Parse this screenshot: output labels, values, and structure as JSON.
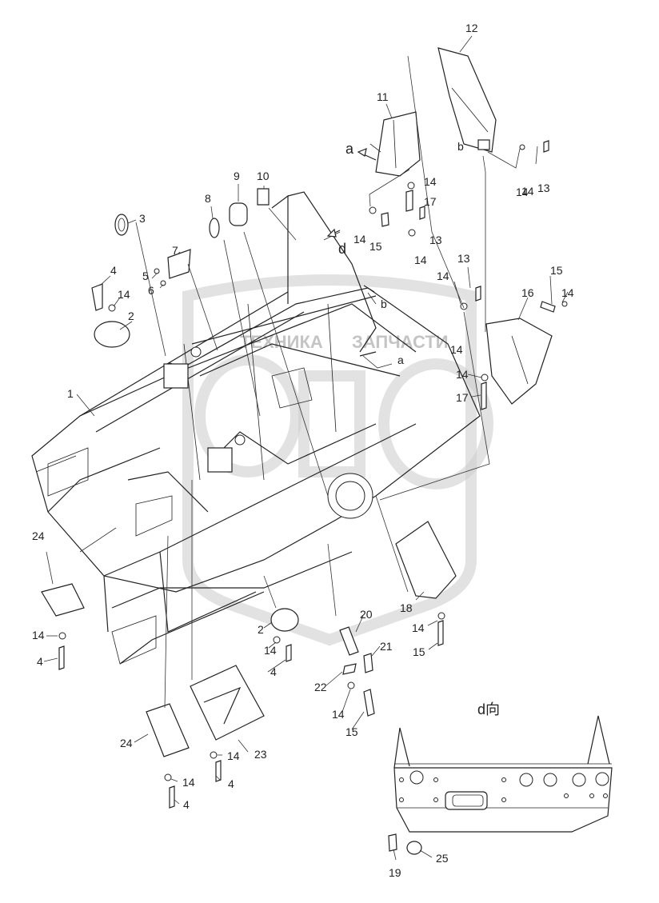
{
  "view_label": "d向",
  "watermark": {
    "text_left": "ТЕХНИКА",
    "text_right": "ЗАПЧАСТИ",
    "logo": "ЭПФ"
  },
  "callouts": [
    {
      "id": "c1",
      "text": "1"
    },
    {
      "id": "c2a",
      "text": "2"
    },
    {
      "id": "c2b",
      "text": "2"
    },
    {
      "id": "c3",
      "text": "3"
    },
    {
      "id": "c4a",
      "text": "4"
    },
    {
      "id": "c4b",
      "text": "4"
    },
    {
      "id": "c4c",
      "text": "4"
    },
    {
      "id": "c4d",
      "text": "4"
    },
    {
      "id": "c4e",
      "text": "4"
    },
    {
      "id": "c5",
      "text": "5"
    },
    {
      "id": "c6",
      "text": "6"
    },
    {
      "id": "c7",
      "text": "7"
    },
    {
      "id": "c8",
      "text": "8"
    },
    {
      "id": "c9",
      "text": "9"
    },
    {
      "id": "c10",
      "text": "10"
    },
    {
      "id": "c11",
      "text": "11"
    },
    {
      "id": "c12",
      "text": "12"
    },
    {
      "id": "c13a",
      "text": "13"
    },
    {
      "id": "c13b",
      "text": "13"
    },
    {
      "id": "c13c",
      "text": "13"
    },
    {
      "id": "c14a",
      "text": "14"
    },
    {
      "id": "c14b",
      "text": "14"
    },
    {
      "id": "c14c",
      "text": "14"
    },
    {
      "id": "c14d",
      "text": "14"
    },
    {
      "id": "c14e",
      "text": "14"
    },
    {
      "id": "c14f",
      "text": "14"
    },
    {
      "id": "c14g",
      "text": "14"
    },
    {
      "id": "c14h",
      "text": "14"
    },
    {
      "id": "c14i",
      "text": "14"
    },
    {
      "id": "c14j",
      "text": "14"
    },
    {
      "id": "c14k",
      "text": "14"
    },
    {
      "id": "c14l",
      "text": "14"
    },
    {
      "id": "c14m",
      "text": "14"
    },
    {
      "id": "c14n",
      "text": "14"
    },
    {
      "id": "c14o",
      "text": "14"
    },
    {
      "id": "c14p",
      "text": "14"
    },
    {
      "id": "c15a",
      "text": "15"
    },
    {
      "id": "c15b",
      "text": "15"
    },
    {
      "id": "c15c",
      "text": "15"
    },
    {
      "id": "c15d",
      "text": "15"
    },
    {
      "id": "c16",
      "text": "16"
    },
    {
      "id": "c17a",
      "text": "17"
    },
    {
      "id": "c17b",
      "text": "17"
    },
    {
      "id": "c18",
      "text": "18"
    },
    {
      "id": "c19",
      "text": "19"
    },
    {
      "id": "c20",
      "text": "20"
    },
    {
      "id": "c21",
      "text": "21"
    },
    {
      "id": "c22",
      "text": "22"
    },
    {
      "id": "c23",
      "text": "23"
    },
    {
      "id": "c24a",
      "text": "24"
    },
    {
      "id": "c24b",
      "text": "24"
    },
    {
      "id": "c25",
      "text": "25"
    }
  ],
  "view_marks": [
    {
      "id": "va1",
      "text": "a"
    },
    {
      "id": "va2",
      "text": "a"
    },
    {
      "id": "vb1",
      "text": "b"
    },
    {
      "id": "vb2",
      "text": "b"
    },
    {
      "id": "vd1",
      "text": "d"
    }
  ]
}
